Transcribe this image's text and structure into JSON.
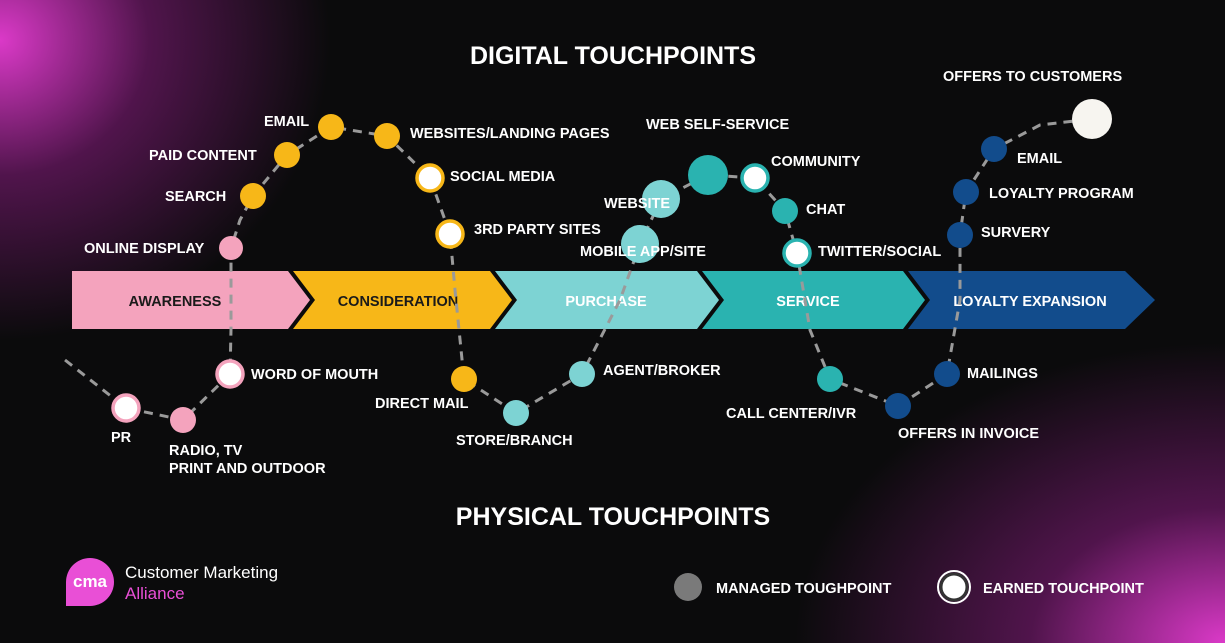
{
  "titles": {
    "digital": "DIGITAL TOUCHPOINTS",
    "physical": "PHYSICAL TOUCHPOINTS"
  },
  "colors": {
    "awareness": "#f4a3bd",
    "consideration": "#f7b718",
    "purchase": "#7dd3d3",
    "service": "#2ab3b0",
    "loyalty": "#124c8c",
    "brand": "#e94fd6"
  },
  "stages": [
    "AWARENESS",
    "CONSIDERATION",
    "PURCHASE",
    "SERVICE",
    "LOYALTY EXPANSION"
  ],
  "touchpoints": {
    "online_display": "ONLINE DISPLAY",
    "search": "SEARCH",
    "paid_content": "PAID CONTENT",
    "email1": "EMAIL",
    "websites": "WEBSITES/LANDING PAGES",
    "social_media": "SOCIAL MEDIA",
    "third_party": "3RD PARTY SITES",
    "web_self_service": "WEB SELF-SERVICE",
    "website": "WEBSITE",
    "mobile_app": "MOBILE APP/SITE",
    "community": "COMMUNITY",
    "chat": "CHAT",
    "twitter": "TWITTER/SOCIAL",
    "offers_customers": "OFFERS TO CUSTOMERS",
    "email2": "EMAIL",
    "loyalty_program": "LOYALTY PROGRAM",
    "survery": "SURVERY",
    "pr": "PR",
    "radio_1": "RADIO, TV",
    "radio_2": "PRINT AND OUTDOOR",
    "word_of_mouth": "WORD OF MOUTH",
    "direct_mail": "DIRECT MAIL",
    "store": "STORE/BRANCH",
    "agent": "AGENT/BROKER",
    "call_center": "CALL CENTER/IVR",
    "offers_invoice": "OFFERS IN INVOICE",
    "mailings": "MAILINGS"
  },
  "legend": {
    "managed": "MANAGED TOUGHPOINT",
    "earned": "EARNED TOUCHPOINT"
  },
  "logo": {
    "mark": "cma",
    "line1": "Customer Marketing",
    "line2": "Alliance"
  }
}
